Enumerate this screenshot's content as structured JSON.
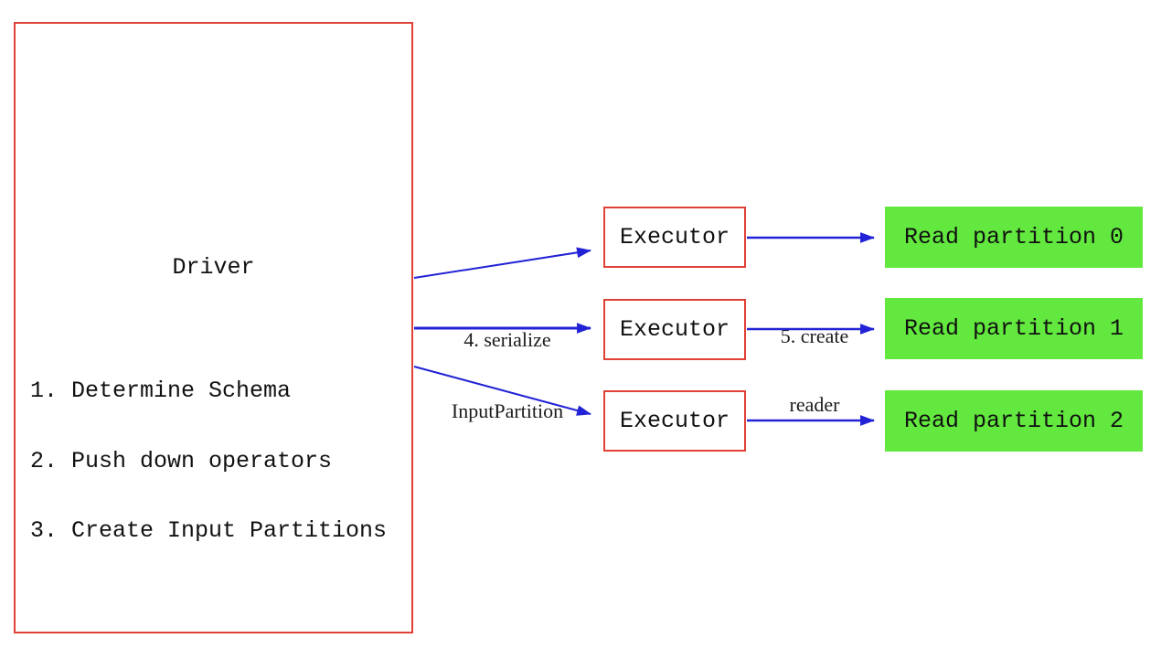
{
  "driver": {
    "title": "Driver",
    "steps": [
      "1. Determine Schema",
      "2. Push down operators",
      "3. Create Input Partitions"
    ]
  },
  "executors": [
    {
      "label": "Executor"
    },
    {
      "label": "Executor"
    },
    {
      "label": "Executor"
    }
  ],
  "partitions": [
    {
      "label": "Read partition 0"
    },
    {
      "label": "Read partition 1"
    },
    {
      "label": "Read partition 2"
    }
  ],
  "edge_labels": {
    "serialize": {
      "line1": "4. serialize",
      "line2": "InputPartition"
    },
    "create_reader": {
      "line1": "5. create",
      "line2": "reader"
    }
  },
  "colors": {
    "box_border_red": "#e04136",
    "arrow_blue": "#2222d6",
    "partition_green": "#62e83e",
    "text_black": "#111111"
  }
}
